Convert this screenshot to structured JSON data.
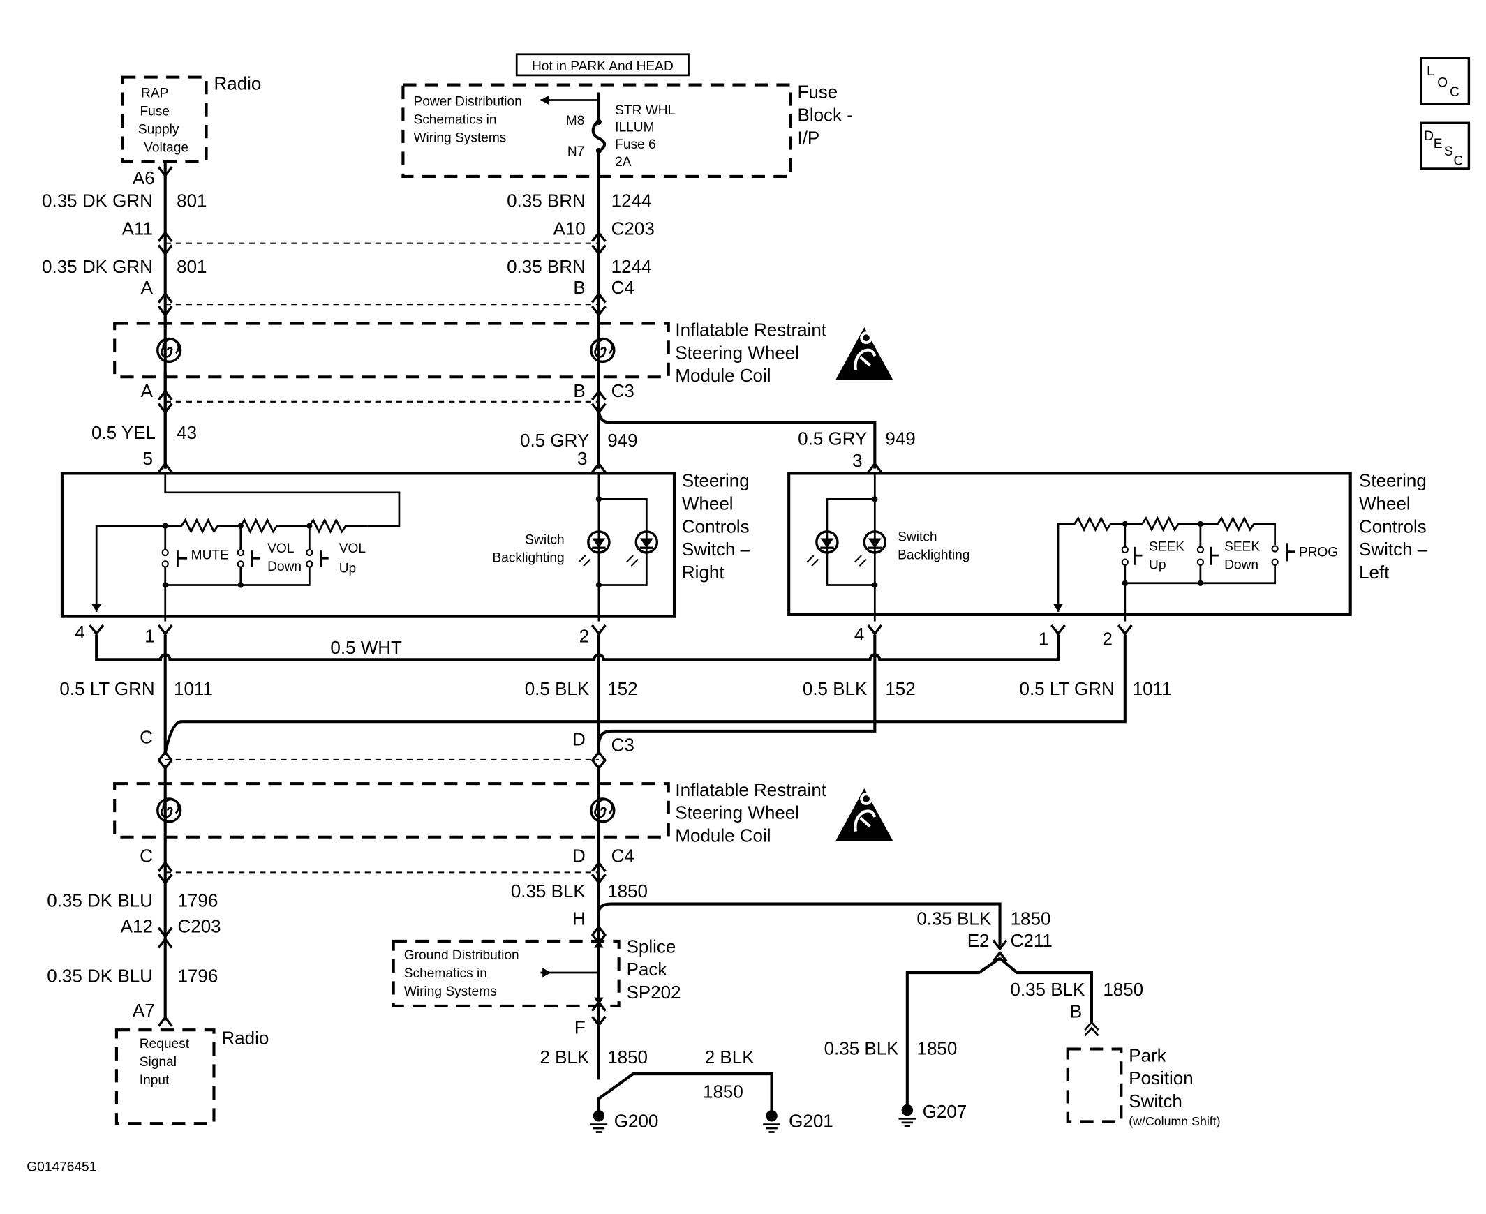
{
  "image_id": "G01476451",
  "fuse_block": {
    "hot_label": "Hot in PARK And HEAD",
    "name_lines": [
      "Fuse",
      "Block -",
      "I/P"
    ],
    "power_ref_lines": [
      "Power Distribution",
      "Schematics in",
      "Wiring Systems"
    ],
    "fuse_lines": [
      "STR WHL",
      "ILLUM",
      "Fuse 6",
      "2A"
    ],
    "pin_m8": "M8",
    "pin_n7": "N7"
  },
  "radio_top": {
    "name": "Radio",
    "box_lines": [
      "RAP",
      "Fuse",
      "Supply",
      "Voltage"
    ],
    "pin": "A6"
  },
  "radio_bottom": {
    "name": "Radio",
    "box_lines": [
      "Request",
      "Signal",
      "Input"
    ],
    "pin": "A7"
  },
  "loc_desc": {
    "loc": [
      "L",
      "O",
      "C"
    ],
    "desc": [
      "D",
      "E",
      "S",
      "C"
    ]
  },
  "coil": {
    "name_lines": [
      "Inflatable Restraint",
      "Steering Wheel",
      "Module Coil"
    ]
  },
  "switch_right": {
    "name_lines": [
      "Steering",
      "Wheel",
      "Controls",
      "Switch –",
      "Right"
    ],
    "backlight_lines": [
      "Switch",
      "Backlighting"
    ],
    "buttons": [
      {
        "lines": [
          "MUTE"
        ]
      },
      {
        "lines": [
          "VOL",
          "Down"
        ]
      },
      {
        "lines": [
          "VOL",
          "Up"
        ]
      }
    ],
    "pins": {
      "p4": "4",
      "p1": "1",
      "p2": "2",
      "p5": "5",
      "p3": "3"
    }
  },
  "switch_left": {
    "name_lines": [
      "Steering",
      "Wheel",
      "Controls",
      "Switch –",
      "Left"
    ],
    "backlight_lines": [
      "Switch",
      "Backlighting"
    ],
    "buttons": [
      {
        "lines": [
          "SEEK",
          "Up"
        ]
      },
      {
        "lines": [
          "SEEK",
          "Down"
        ]
      },
      {
        "lines": [
          "PROG"
        ]
      }
    ],
    "pins": {
      "p3": "3",
      "p4": "4",
      "p1": "1",
      "p2": "2"
    }
  },
  "wires": {
    "dkgrn_1": {
      "gauge": "0.35 DK GRN",
      "circuit": "801"
    },
    "dkgrn_2": {
      "gauge": "0.35 DK GRN",
      "circuit": "801"
    },
    "brn_1": {
      "gauge": "0.35 BRN",
      "circuit": "1244"
    },
    "brn_2": {
      "gauge": "0.35 BRN",
      "circuit": "1244"
    },
    "yel": {
      "gauge": "0.5 YEL",
      "circuit": "43"
    },
    "gry_r": {
      "gauge": "0.5 GRY",
      "circuit": "949"
    },
    "gry_l": {
      "gauge": "0.5 GRY",
      "circuit": "949"
    },
    "wht": {
      "gauge": "0.5 WHT"
    },
    "ltgrn_r": {
      "gauge": "0.5 LT GRN",
      "circuit": "1011"
    },
    "blk_r": {
      "gauge": "0.5 BLK",
      "circuit": "152"
    },
    "blk_l": {
      "gauge": "0.5 BLK",
      "circuit": "152"
    },
    "ltgrn_l": {
      "gauge": "0.5 LT GRN",
      "circuit": "1011"
    },
    "dkblu_1": {
      "gauge": "0.35 DK BLU",
      "circuit": "1796"
    },
    "dkblu_2": {
      "gauge": "0.35 DK BLU",
      "circuit": "1796"
    },
    "blk_1850_a": {
      "gauge": "0.35 BLK",
      "circuit": "1850"
    },
    "blk_1850_b": {
      "gauge": "0.35 BLK",
      "circuit": "1850"
    },
    "blk_1850_c": {
      "gauge": "0.35 BLK",
      "circuit": "1850"
    },
    "blk_1850_d": {
      "gauge": "0.35 BLK",
      "circuit": "1850"
    },
    "blk2_a": {
      "gauge": "2 BLK",
      "circuit": "1850"
    },
    "blk2_b": {
      "gauge": "2 BLK",
      "circuit": "1850"
    }
  },
  "connectors": {
    "a11": "A11",
    "a10": "A10",
    "c203_top": "C203",
    "a_top": "A",
    "b_top": "B",
    "c4_top": "C4",
    "a_mid": "A",
    "b_mid": "B",
    "c3_mid": "C3",
    "c_low": "C",
    "d_low": "D",
    "c3_low": "C3",
    "c_bot": "C",
    "d_bot": "D",
    "c4_bot": "C4",
    "a12": "A12",
    "c203_bot": "C203",
    "h": "H",
    "f": "F",
    "e2": "E2",
    "c211": "C211",
    "b_park": "B"
  },
  "splice": {
    "name_lines": [
      "Splice",
      "Pack",
      "SP202"
    ],
    "ground_ref_lines": [
      "Ground Distribution",
      "Schematics in",
      "Wiring Systems"
    ]
  },
  "park_switch": {
    "name_lines": [
      "Park",
      "Position",
      "Switch"
    ],
    "note": "(w/Column Shift)"
  },
  "grounds": {
    "g200": "G200",
    "g201": "G201",
    "g207": "G207"
  }
}
